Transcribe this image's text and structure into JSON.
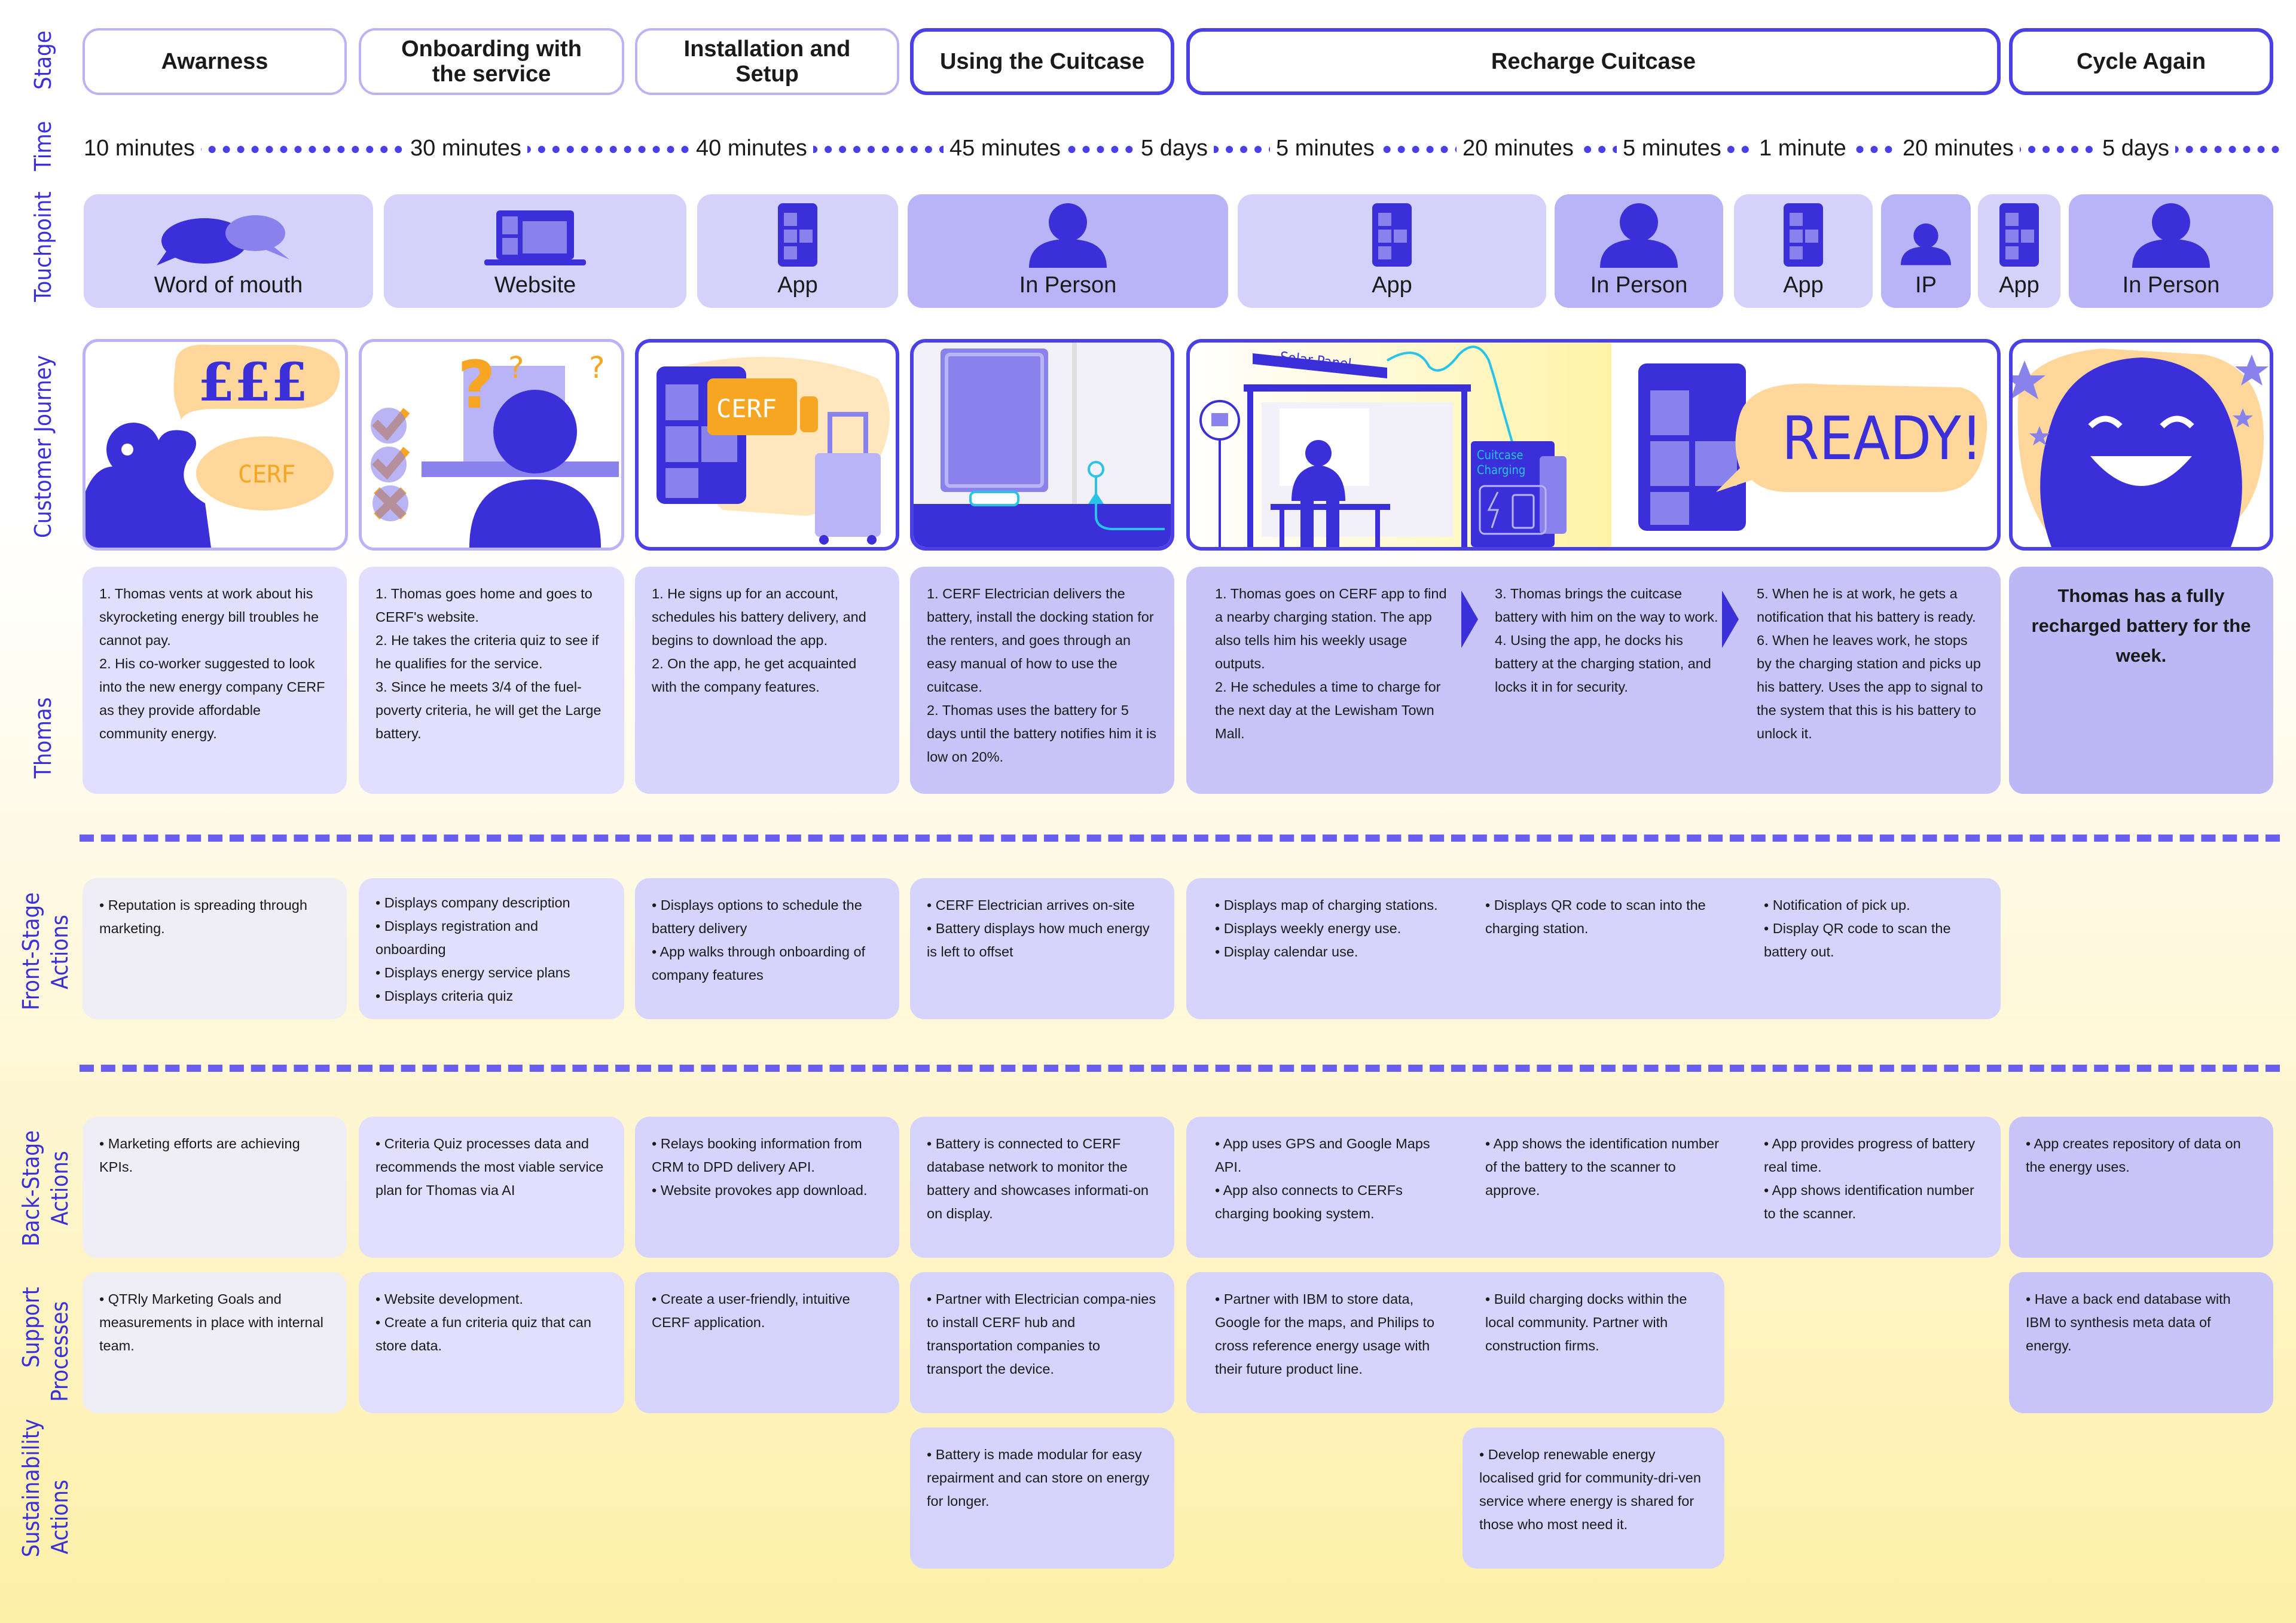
{
  "row_labels": {
    "stage": "Stage",
    "time": "Time",
    "touchpoint": "Touchpoint",
    "journey": "Customer Journey",
    "thomas": "Thomas",
    "front_1": "Front-Stage",
    "front_2": "Actions",
    "back_1": "Back-Stage",
    "back_2": "Actions",
    "support_1": "Support",
    "support_2": "Processes",
    "sust_1": "Sustainability",
    "sust_2": "Actions"
  },
  "stages": {
    "awareness": "Awarness",
    "onboarding": "Onboarding with the service",
    "installation": "Installation and Setup",
    "using": "Using the Cuitcase",
    "recharge": "Recharge Cuitcase",
    "cycle": "Cycle Again"
  },
  "times": [
    "10 minutes",
    "30 minutes",
    "40 minutes",
    "45 minutes",
    "5 days",
    "5 minutes",
    "20 minutes",
    "5 minutes",
    "1 minute",
    "20 minutes",
    "5 days"
  ],
  "touchpoints": [
    "Word of mouth",
    "Website",
    "App",
    "In Person",
    "App",
    "In Person",
    "App",
    "IP",
    "App",
    "In Person"
  ],
  "illustrations": {
    "solar_panel": "Solar Panel",
    "charging_1": "Cuitcase",
    "charging_2": "Charging",
    "ready": "READY!",
    "pounds": "£££",
    "cerf": "CERF"
  },
  "colors": {
    "primary": "#3a2fd8",
    "accent_orange": "#f6a623",
    "card_light": "#e1dffd",
    "card_mid": "#d6d3fc",
    "card_dark": "#c8c4f8"
  },
  "thomas": {
    "awareness": [
      "1. Thomas vents at work about his skyrocketing energy bill troubles he cannot pay.",
      "2. His co-worker suggested to look into the new energy company CERF as they provide affordable community energy."
    ],
    "onboarding": [
      "1. Thomas goes home and goes to CERF's website.",
      "2. He takes the criteria quiz to see if he qualifies for the service.",
      "3. Since he meets 3/4 of the fuel-poverty criteria, he will get the Large battery."
    ],
    "installation": [
      "1. He signs up for an account, schedules his battery delivery, and begins to download the app.",
      "2. On the app, he get acquainted with the company features."
    ],
    "using": [
      "1. CERF Electrician delivers the battery, install the docking station for the renters, and goes through an easy manual of how to use the cuitcase.",
      "2. Thomas uses the battery for 5 days until the battery notifies him it is low on 20%."
    ],
    "recharge_a": [
      "1. Thomas goes on CERF app to find a nearby charging station. The app also tells him his weekly usage outputs.",
      "2. He schedules a time to charge for the next day at the Lewisham Town Mall."
    ],
    "recharge_b": [
      "3. Thomas brings the cuitcase battery with him on the way to work.",
      "4. Using the app, he docks his battery at the charging station, and locks it in for security."
    ],
    "recharge_c": [
      "5. When he is at work, he gets a notification that his battery is ready.",
      "6. When he leaves work, he stops by the charging station and picks up his battery. Uses the app to signal to the system that this is his battery to unlock it."
    ],
    "cycle": "Thomas has a fully recharged battery for the week."
  },
  "front_stage": {
    "awareness": [
      "• Reputation is spreading through marketing."
    ],
    "onboarding": [
      "• Displays company description",
      "• Displays registration and onboarding",
      "• Displays energy service plans",
      "• Displays criteria quiz"
    ],
    "installation": [
      "• Displays options to schedule the battery delivery",
      "• App walks through onboarding of company features"
    ],
    "using": [
      "• CERF Electrician arrives on-site",
      "• Battery displays how much energy is left to offset"
    ],
    "recharge_a": [
      "• Displays map of charging stations.",
      "• Displays weekly energy use.",
      "• Display calendar use."
    ],
    "recharge_b": [
      "• Displays QR code to scan into the charging station."
    ],
    "recharge_c": [
      "• Notification of pick up.",
      "• Display QR code to scan the battery out."
    ]
  },
  "back_stage": {
    "awareness": [
      "• Marketing efforts are achieving KPIs."
    ],
    "onboarding": [
      "• Criteria Quiz processes data and recommends the most viable service plan for Thomas via AI"
    ],
    "installation": [
      "• Relays booking information from CRM to DPD delivery API.",
      "• Website provokes app download."
    ],
    "using": [
      "• Battery is connected to CERF database network to monitor the battery and showcases informati-on on display."
    ],
    "recharge_a": [
      "• App uses GPS and Google Maps API.",
      "• App also connects to CERFs charging booking system."
    ],
    "recharge_b": [
      "• App shows the identification number of the battery to the scanner to approve."
    ],
    "recharge_c": [
      "• App provides progress of battery real time.",
      "• App shows identification number to the scanner."
    ],
    "cycle": [
      "• App creates repository of data on the energy uses."
    ]
  },
  "support": {
    "awareness": [
      "• QTRly Marketing Goals and measurements in place with internal team."
    ],
    "onboarding": [
      "• Website development.",
      "• Create a fun criteria quiz that can store data."
    ],
    "installation": [
      "• Create a user-friendly, intuitive CERF application."
    ],
    "using": [
      "• Partner with Electrician compa-nies to install CERF hub and transportation companies to transport the device."
    ],
    "recharge_a": [
      "• Partner with IBM to store data, Google for the maps, and Philips to cross reference energy usage with their future product line."
    ],
    "recharge_b": [
      "• Build charging docks within the local community. Partner with construction firms."
    ],
    "cycle": [
      "• Have a back end database with IBM to synthesis meta data of energy."
    ]
  },
  "sustainability": {
    "using": [
      "• Battery is made modular for easy repairment and can store on energy for longer."
    ],
    "recharge": [
      "• Develop renewable energy localised grid for community-dri-ven service where energy is shared for those who most need it."
    ]
  }
}
